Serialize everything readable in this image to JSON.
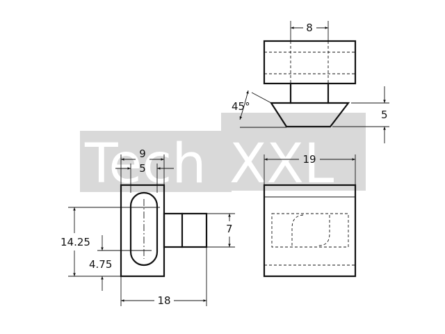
{
  "watermark": {
    "text_left": "Tech",
    "text_right": "XXL",
    "color": "#d9d9d9"
  },
  "dimensions": {
    "top_width": "8",
    "bevel_angle": "45°",
    "bevel_height": "5",
    "front_width": "19",
    "slot_width_outer": "9",
    "slot_width_inner": "5",
    "overall_height": "14.25",
    "slot_offset": "4.75",
    "stem_height": "7",
    "overall_length": "18"
  }
}
